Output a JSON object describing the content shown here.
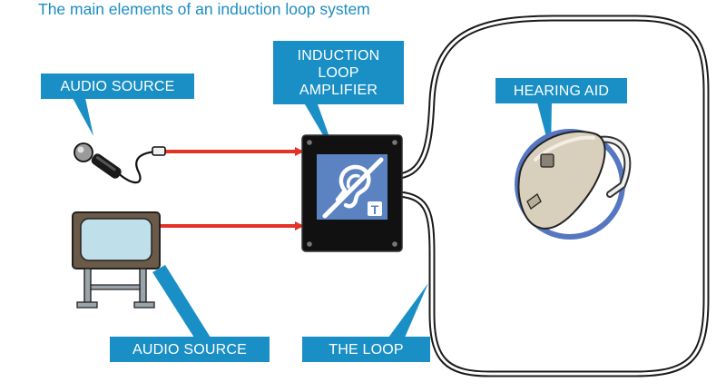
{
  "title": "The main elements of an induction loop system",
  "labels": {
    "audio_source_top": "AUDIO SOURCE",
    "audio_source_bottom": "AUDIO SOURCE",
    "amplifier_line1": "INDUCTION",
    "amplifier_line2": "LOOP",
    "amplifier_line3": "AMPLIFIER",
    "hearing_aid": "HEARING AID",
    "the_loop": "THE LOOP",
    "t_badge": "T"
  },
  "colors": {
    "label_blue": "#1a8fc6",
    "title_blue": "#1d8cc0",
    "signal_red": "#e53228",
    "amp_body": "#111111",
    "symbol_panel": "#5b83c2",
    "tv_screen": "#bfe0ea",
    "tv_frame": "#6b5a47",
    "hearing_aid_body": "#d8cfbd",
    "halo": "#5577c2"
  },
  "icons": [
    "microphone-icon",
    "television-icon",
    "hearing-loop-symbol-icon",
    "hearing-aid-icon"
  ]
}
